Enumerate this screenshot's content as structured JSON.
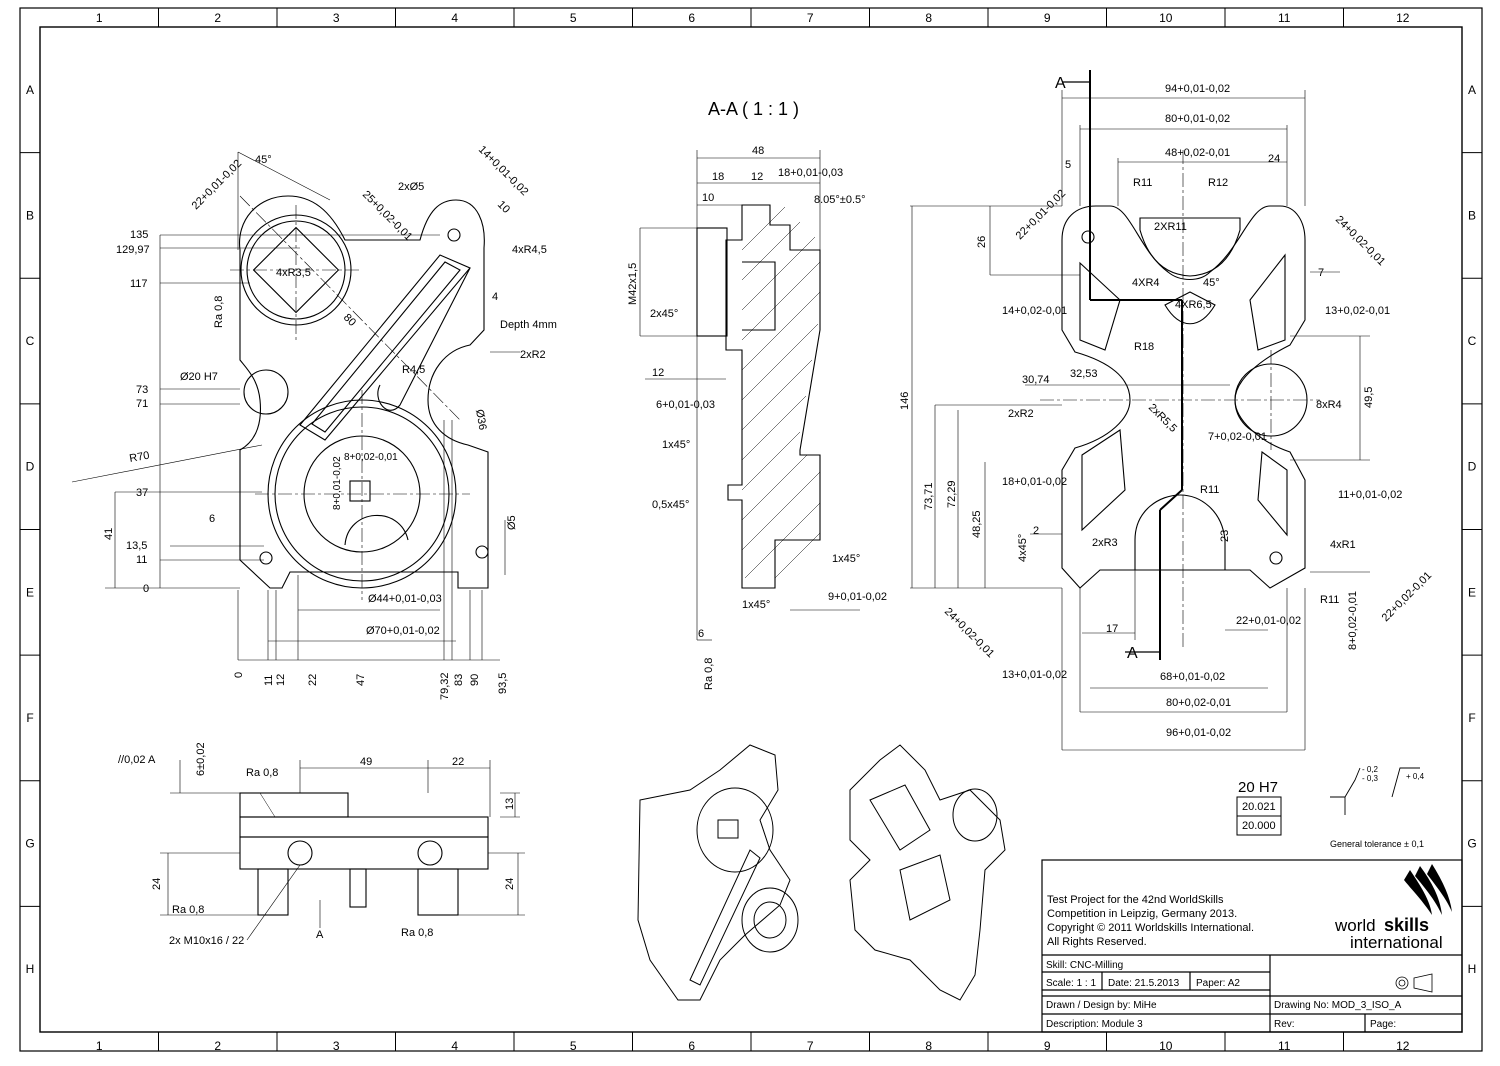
{
  "frame": {
    "columns": [
      "1",
      "2",
      "3",
      "4",
      "5",
      "6",
      "7",
      "8",
      "9",
      "10",
      "11",
      "12"
    ],
    "rows": [
      "A",
      "B",
      "C",
      "D",
      "E",
      "F",
      "G",
      "H"
    ]
  },
  "section_title": "A-A ( 1 : 1 )",
  "section_marks": {
    "top": "A",
    "bottom": "A"
  },
  "front_view": {
    "labels": [
      "45°",
      "22+0,01-0,02",
      "25+0,02-0,01",
      "2xØ5",
      "14+0,01-0,02",
      "10",
      "4xR4,5",
      "135",
      "129,97",
      "117",
      "4xR3,5",
      "Ra 0,8",
      "80",
      "4",
      "Depth 4mm",
      "2xR2",
      "Ø20 H7",
      "73",
      "71",
      "R4,5",
      "Ø36",
      "R70",
      "8+0,02-0,01",
      "37",
      "8+0,01-0,02",
      "6",
      "41",
      "13,5",
      "11",
      "Ø5",
      "0",
      "Ø44+0,01-0,03",
      "Ø70+0,01-0,02"
    ],
    "bottom_dims": [
      "0",
      "11",
      "12",
      "22",
      "47",
      "79,32",
      "83",
      "90",
      "93,5"
    ]
  },
  "section_view": {
    "labels": [
      "48",
      "18",
      "12",
      "18+0,01-0,03",
      "10",
      "8.05°±0.5°",
      "M42x1,5",
      "2x45°",
      "12",
      "6+0,01-0,03",
      "1x45°",
      "0,5x45°",
      "1x45°",
      "9+0,01-0,02",
      "1x45°",
      "6",
      "Ra 0,8"
    ]
  },
  "back_view": {
    "labels": [
      "94+0,01-0,02",
      "80+0,01-0,02",
      "48+0,02-0,01",
      "24",
      "5",
      "R11",
      "R12",
      "2XR11",
      "22+0,01-0,02",
      "24+0,02-0,01",
      "26",
      "4XR4",
      "45°",
      "7",
      "4XR6,5",
      "14+0,02-0,01",
      "13+0,02-0,01",
      "R18",
      "30,74",
      "32,53",
      "49,5",
      "146",
      "2xR2",
      "2xR5,5",
      "8xR4",
      "7+0,02-0,01",
      "73,71",
      "72,29",
      "18+0,01-0,02",
      "48,25",
      "R11",
      "11+0,01-0,02",
      "2",
      "4x45°",
      "2xR3",
      "23",
      "4xR1",
      "R11",
      "24+0,02-0,01",
      "17",
      "22+0,01-0,02",
      "22+0,02-0,01",
      "8+0,02-0,01",
      "13+0,01-0,02",
      "68+0,01-0,02",
      "80+0,02-0,01",
      "96+0,01-0,02"
    ]
  },
  "side_view": {
    "labels": [
      "//0,02 A",
      "6±0,02",
      "Ra 0,8",
      "49",
      "22",
      "13",
      "24",
      "24",
      "Ra 0,8",
      "2x M10x16 / 22",
      "A",
      "Ra 0,8"
    ]
  },
  "fit_box": {
    "title": "20 H7",
    "upper": "20.021",
    "lower": "20.000"
  },
  "surface_symbols": {
    "left_upper": "- 0,2",
    "left_lower": "- 0,3",
    "right": "+ 0,4"
  },
  "general_tolerance": "General tolerance ± 0,1",
  "title_block": {
    "text_lines": [
      "Test Project for the 42nd WorldSkills",
      "Competition in Leipzig, Germany 2013.",
      "Copyright © 2011 Worldskills International.",
      "All Rights Reserved."
    ],
    "logo_text": [
      "world",
      "skills",
      "international"
    ],
    "skill": "Skill:  CNC-Milling",
    "scale": "Scale: 1 : 1",
    "date": "Date: 21.5.2013",
    "paper": "Paper:  A2",
    "drawn": "Drawn / Design by: MiHe",
    "drawing_no": "Drawing No: MOD_3_ISO_A",
    "description": "Description: Module 3",
    "rev": "Rev:",
    "page": "Page:"
  }
}
